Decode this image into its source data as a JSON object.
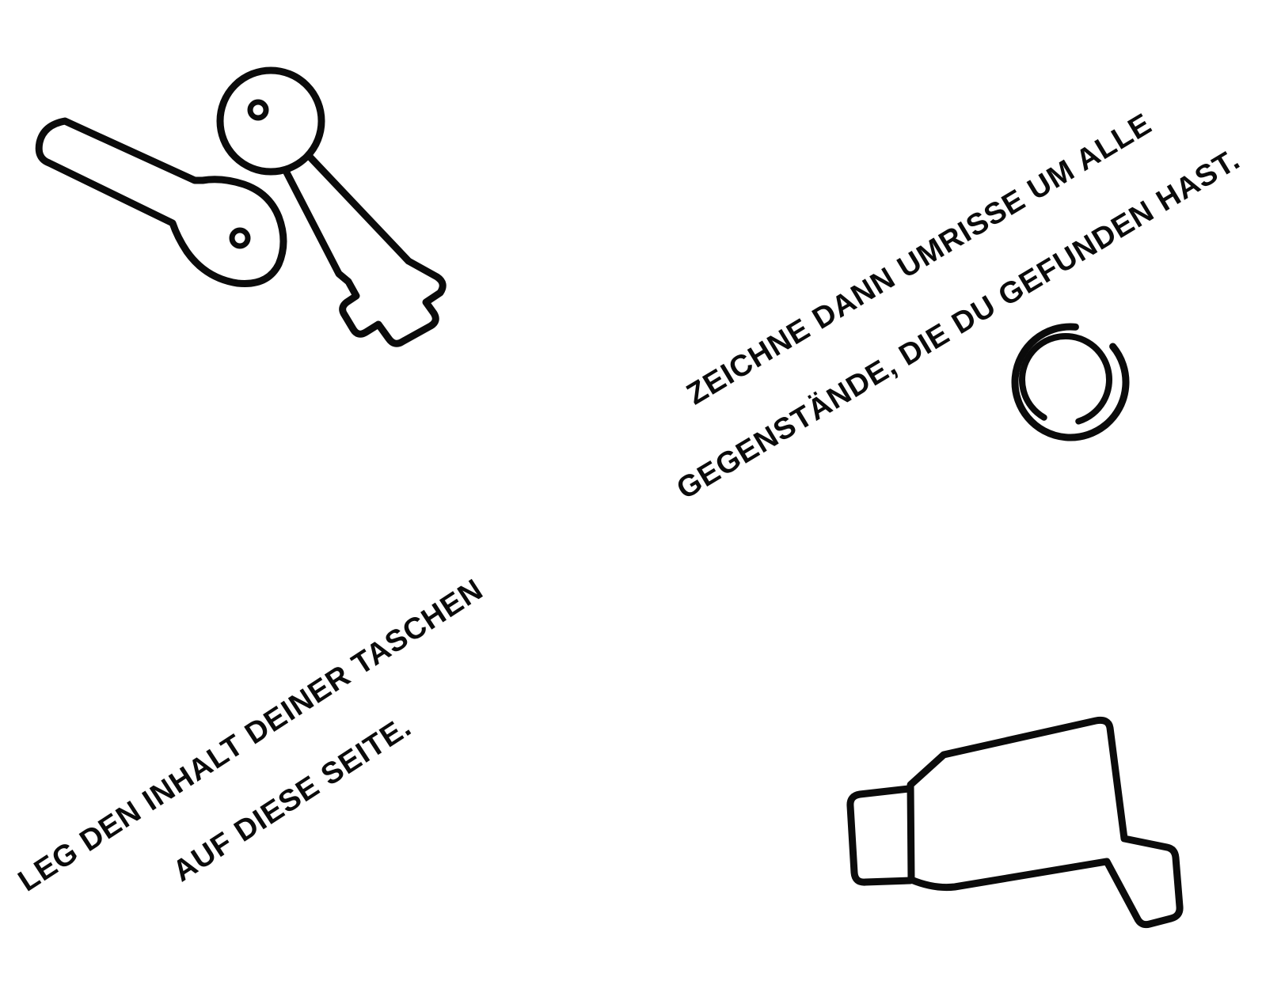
{
  "page": {
    "background_color": "#ffffff",
    "ink_color": "#0b0b0b"
  },
  "instructions": {
    "trace_outlines": {
      "line1": "ZEICHNE DANN UMRISSE UM ALLE",
      "line2": "GEGENSTÄNDE, DIE DU GEFUNDEN HAST."
    },
    "place_items": {
      "line1": "LEG DEN INHALT DEINER TASCHEN",
      "line2": "AUF DIESE SEITE."
    }
  },
  "drawings": [
    {
      "name": "flat-key-outline",
      "glyph": "hand-drawn flat key contour"
    },
    {
      "name": "round-head-key-outline",
      "glyph": "hand-drawn round-head key contour"
    },
    {
      "name": "coin-circle-outline",
      "glyph": "hand-drawn double circle contour"
    },
    {
      "name": "traced-object-outline",
      "glyph": "hand-drawn angular object contour"
    }
  ]
}
